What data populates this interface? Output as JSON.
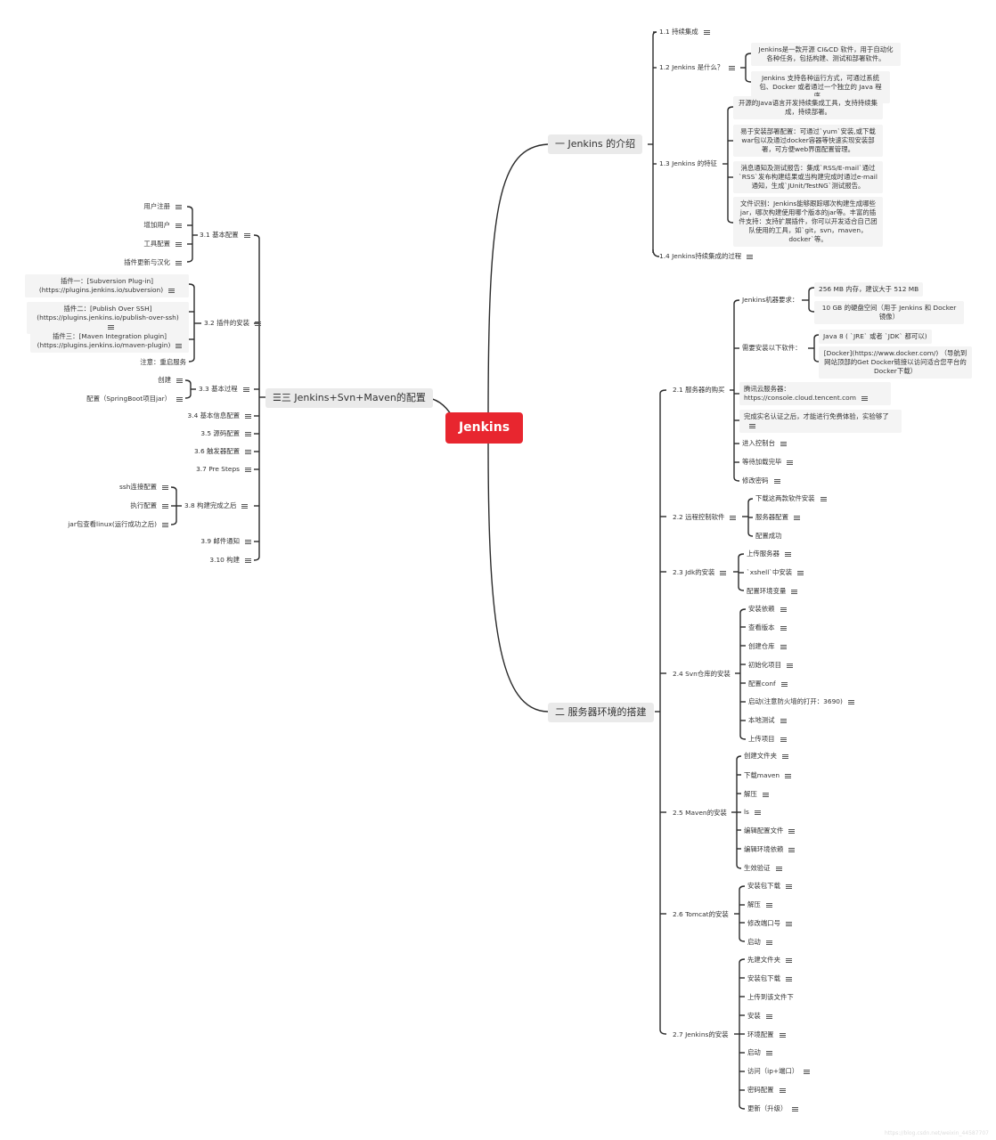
{
  "root": "Jenkins",
  "branches": {
    "b1": "一 Jenkins 的介绍",
    "b2": "二 服务器环境的搭建",
    "b3": "三 Jenkins+Svn+Maven的配置"
  },
  "n11": "1.1 持续集成",
  "n12": "1.2 Jenkins 是什么？",
  "n12a": "Jenkins是一款开源 CI&CD 软件，用于自动化各种任务，包括构建、测试和部署软件。",
  "n12b": "Jenkins 支持各种运行方式，可通过系统包、Docker 或者通过一个独立的 Java 程序。",
  "n13": "1.3  Jenkins 的特征",
  "n13a": "开源的Java语言开发持续集成工具，支持持续集成，持续部署。",
  "n13b": "易于安装部署配置：可通过`yum`安装,或下载war包以及通过docker容器等快速实现安装部署，可方便web界面配置管理。",
  "n13c": "消息通知及测试报告：集成`RSS/E-mail`通过`RSS`发布构建结果或当构建完成时通过e-mail通知，生成`JUnit/TestNG`测试报告。",
  "n13d": "文件识别：Jenkins能够跟踪哪次构建生成哪些jar，哪次构建使用哪个版本的jar等。丰富的插件支持：支持扩展插件，你可以开发适合自己团队使用的工具，如`git，svn，maven，docker`等。",
  "n14": "1.4 Jenkins持续集成的过程",
  "n21": "2.1 服务器的购买",
  "n21a": "Jenkins机器要求：",
  "n21a1": "256 MB 内存，建议大于 512 MB",
  "n21a2": "10 GB 的硬盘空间（用于 Jenkins 和 Docker 镜像）",
  "n21b": "需要安装以下软件：",
  "n21b1": "Java 8 ( `JRE` 或者 `JDK` 都可以)",
  "n21b2": "[Docker](https://www.docker.com/) （导航到网站顶部的Get Docker链接以访问适合您平台的Docker下载）",
  "n21c": "腾讯云服务器：https://console.cloud.tencent.com",
  "n21d": "完成实名认证之后，才能进行免费体验，实验够了",
  "n21e": "进入控制台",
  "n21f": "等待加载完毕",
  "n21g": "修改密码",
  "n22": "2.2 远程控制软件",
  "n22a": "下载这两款软件安装",
  "n22b": "服务器配置",
  "n22c": "配置成功",
  "n23": "2.3 Jdk的安装",
  "n23a": "上传服务器",
  "n23b": "`xshell`中安装",
  "n23c": "配置环境变量",
  "n24": "2.4 Svn仓库的安装",
  "n24a": "安装依赖",
  "n24b": "查看版本",
  "n24c": "创建仓库",
  "n24d": "初始化项目",
  "n24e": "配置conf",
  "n24f": "启动(注意防火墙的打开：3690)",
  "n24g": "本地测试",
  "n24h": "上传项目",
  "n25": "2.5 Maven的安装",
  "n25a": "创建文件夹",
  "n25b": "下载maven",
  "n25c": "解压",
  "n25d": "ls",
  "n25e": "编辑配置文件",
  "n25f": "编辑环境依赖",
  "n25g": "生效验证",
  "n26": "2.6 Tomcat的安装",
  "n26a": "安装包下载",
  "n26b": "解压",
  "n26c": "修改端口号",
  "n26d": "启动",
  "n27": "2.7  Jenkins的安装",
  "n27a": "先建文件夹",
  "n27b": "安装包下载",
  "n27c": "上传到该文件下",
  "n27d": "安装",
  "n27e": "环境配置",
  "n27f": "启动",
  "n27g": "访问（ip+端口）",
  "n27h": "密码配置",
  "n27i": "更新（升级）",
  "n31": "3.1 基本配置",
  "n31a": "用户注册",
  "n31b": "增加用户",
  "n31c": "工具配置",
  "n31d": "插件更新与汉化",
  "n32": "3.2 插件的安装",
  "n32a": "插件一：[Subversion Plug-in](https://plugins.jenkins.io/subversion)",
  "n32b": "插件二：[Publish Over SSH](https://plugins.jenkins.io/publish-over-ssh)",
  "n32c": "插件三：[Maven Integration plugin](https://plugins.jenkins.io/maven-plugin)",
  "n32d": "注意：重启服务",
  "n33": "3.3 基本过程",
  "n33a": "创建",
  "n33b": "配置（SpringBoot项目jar）",
  "n34": "3.4 基本信息配置",
  "n35": "3.5 源码配置",
  "n36": "3.6 触发器配置",
  "n37": "3.7 Pre Steps",
  "n38": "3.8 构建完成之后",
  "n38a": "ssh连接配置",
  "n38b": "执行配置",
  "n38c": "jar包查看linux(运行成功之后)",
  "n39": "3.9  邮件通知",
  "n310": "3.10  构建",
  "watermark": "https://blog.csdn.net/weixin_44587707"
}
